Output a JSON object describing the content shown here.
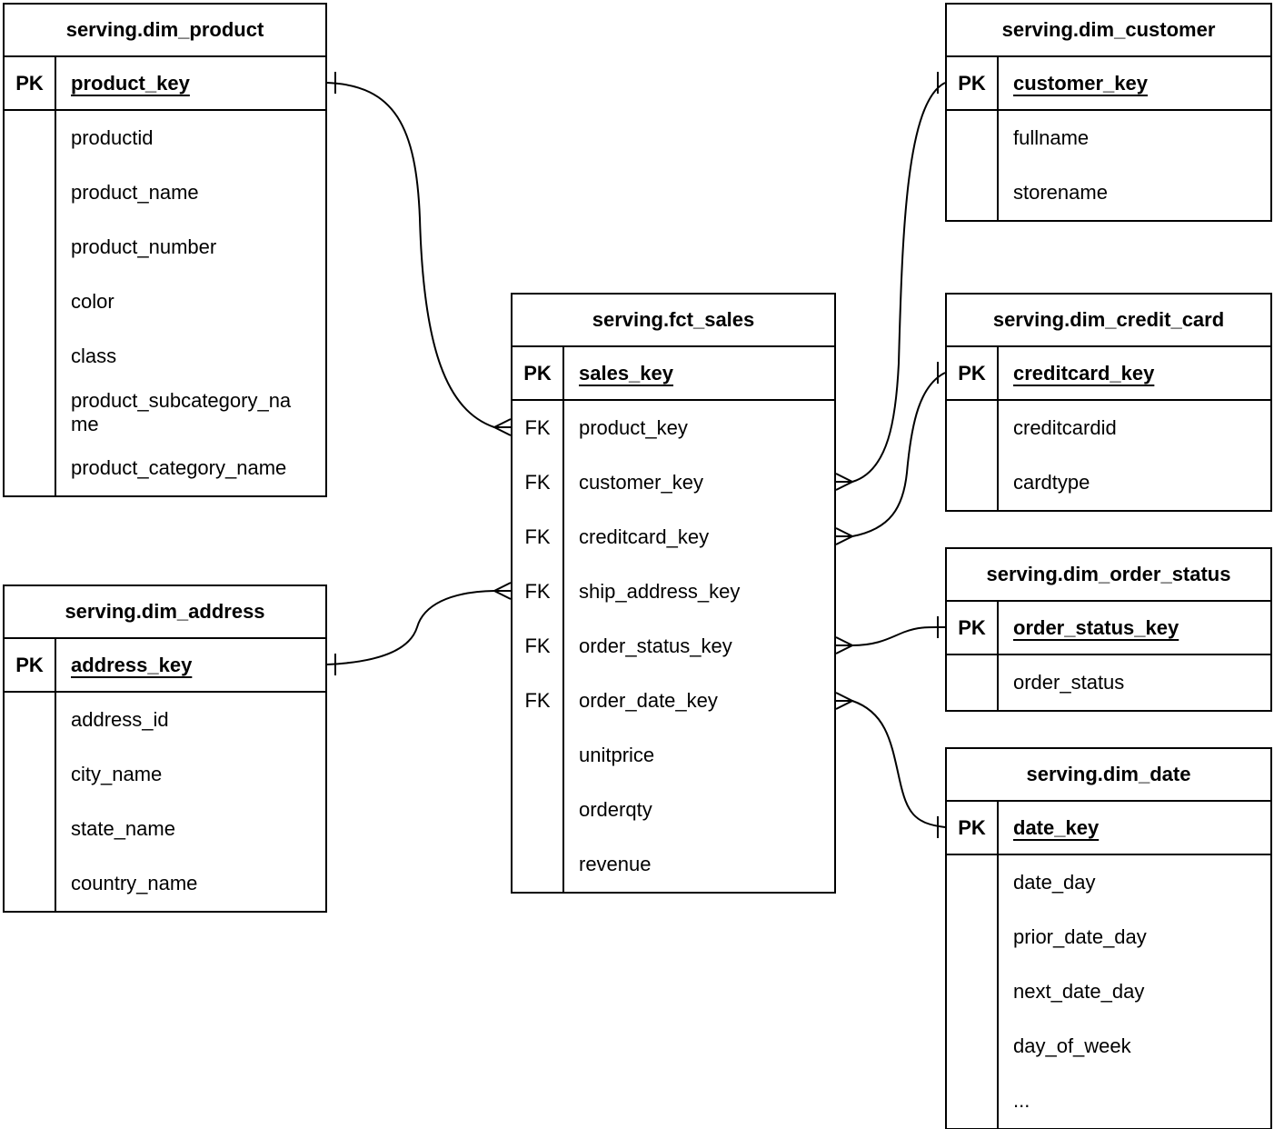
{
  "tables": [
    {
      "title": "serving.dim_product",
      "pk": {
        "badge": "PK",
        "field": "product_key"
      },
      "fields": [
        {
          "badge": "",
          "name": "productid"
        },
        {
          "badge": "",
          "name": "product_name"
        },
        {
          "badge": "",
          "name": "product_number"
        },
        {
          "badge": "",
          "name": "color"
        },
        {
          "badge": "",
          "name": "class"
        },
        {
          "badge": "",
          "name": "product_subcategory_name"
        },
        {
          "badge": "",
          "name": "product_category_name"
        }
      ]
    },
    {
      "title": "serving.dim_customer",
      "pk": {
        "badge": "PK",
        "field": "customer_key"
      },
      "fields": [
        {
          "badge": "",
          "name": "fullname"
        },
        {
          "badge": "",
          "name": "storename"
        }
      ]
    },
    {
      "title": "serving.fct_sales",
      "pk": {
        "badge": "PK",
        "field": "sales_key"
      },
      "fields": [
        {
          "badge": "FK",
          "name": "product_key"
        },
        {
          "badge": "FK",
          "name": "customer_key"
        },
        {
          "badge": "FK",
          "name": "creditcard_key"
        },
        {
          "badge": "FK",
          "name": "ship_address_key"
        },
        {
          "badge": "FK",
          "name": "order_status_key"
        },
        {
          "badge": "FK",
          "name": "order_date_key"
        },
        {
          "badge": "",
          "name": "unitprice"
        },
        {
          "badge": "",
          "name": "orderqty"
        },
        {
          "badge": "",
          "name": "revenue"
        }
      ]
    },
    {
      "title": "serving.dim_credit_card",
      "pk": {
        "badge": "PK",
        "field": "creditcard_key"
      },
      "fields": [
        {
          "badge": "",
          "name": "creditcardid"
        },
        {
          "badge": "",
          "name": "cardtype"
        }
      ]
    },
    {
      "title": "serving.dim_order_status",
      "pk": {
        "badge": "PK",
        "field": "order_status_key"
      },
      "fields": [
        {
          "badge": "",
          "name": "order_status"
        }
      ]
    },
    {
      "title": "serving.dim_date",
      "pk": {
        "badge": "PK",
        "field": "date_key"
      },
      "fields": [
        {
          "badge": "",
          "name": "date_day"
        },
        {
          "badge": "",
          "name": "prior_date_day"
        },
        {
          "badge": "",
          "name": "next_date_day"
        },
        {
          "badge": "",
          "name": "day_of_week"
        },
        {
          "badge": "",
          "name": "..."
        }
      ]
    },
    {
      "title": "serving.dim_address",
      "pk": {
        "badge": "PK",
        "field": "address_key"
      },
      "fields": [
        {
          "badge": "",
          "name": "address_id"
        },
        {
          "badge": "",
          "name": "city_name"
        },
        {
          "badge": "",
          "name": "state_name"
        },
        {
          "badge": "",
          "name": "country_name"
        }
      ]
    }
  ],
  "relationships": [
    {
      "one_table": "serving.dim_product",
      "one_field": "product_key",
      "many_table": "serving.fct_sales",
      "many_field": "product_key",
      "cardinality": "one-to-many"
    },
    {
      "one_table": "serving.dim_customer",
      "one_field": "customer_key",
      "many_table": "serving.fct_sales",
      "many_field": "customer_key",
      "cardinality": "one-to-many"
    },
    {
      "one_table": "serving.dim_credit_card",
      "one_field": "creditcard_key",
      "many_table": "serving.fct_sales",
      "many_field": "creditcard_key",
      "cardinality": "one-to-many"
    },
    {
      "one_table": "serving.dim_order_status",
      "one_field": "order_status_key",
      "many_table": "serving.fct_sales",
      "many_field": "order_status_key",
      "cardinality": "one-to-many"
    },
    {
      "one_table": "serving.dim_date",
      "one_field": "date_key",
      "many_table": "serving.fct_sales",
      "many_field": "order_date_key",
      "cardinality": "one-to-many"
    },
    {
      "one_table": "serving.dim_address",
      "one_field": "address_key",
      "many_table": "serving.fct_sales",
      "many_field": "ship_address_key",
      "cardinality": "one-to-many"
    }
  ],
  "colors": {
    "line": "#000000",
    "text": "#000000",
    "background": "#ffffff"
  }
}
